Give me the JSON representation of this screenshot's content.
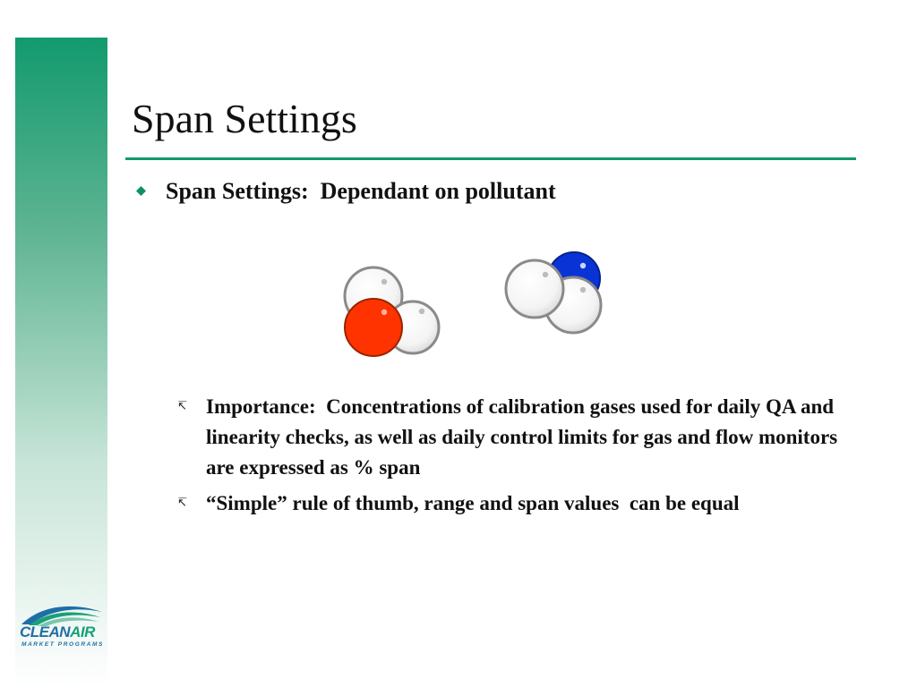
{
  "slide": {
    "title": "Span Settings",
    "bullet": "Span Settings:  Dependant on pollutant",
    "sub_bullets": [
      "Importance:  Concentrations of calibration gases used for daily QA and linearity checks, as well as daily control limits for gas and flow monitors are expressed as % span",
      "“Simple” rule of thumb, range and span values  can be equal"
    ],
    "sub_marker": "↸"
  },
  "logo": {
    "word_a": "CLEAN",
    "word_b": "AIR",
    "tagline": "MARKET PROGRAMS"
  },
  "colors": {
    "accent_green": "#129a6e",
    "logo_blue": "#1f6fa6",
    "atom_red": "#ff3300",
    "atom_blue": "#0a33d6",
    "atom_white": "#ffffff"
  },
  "icons": {
    "bullet": "teal-diamond-bullet-icon",
    "sub_bullet": "corner-arrow-bullet-icon",
    "molecule_1": "water-molecule-icon",
    "molecule_2": "ammonia-molecule-icon",
    "logo": "clean-air-market-programs-logo"
  }
}
